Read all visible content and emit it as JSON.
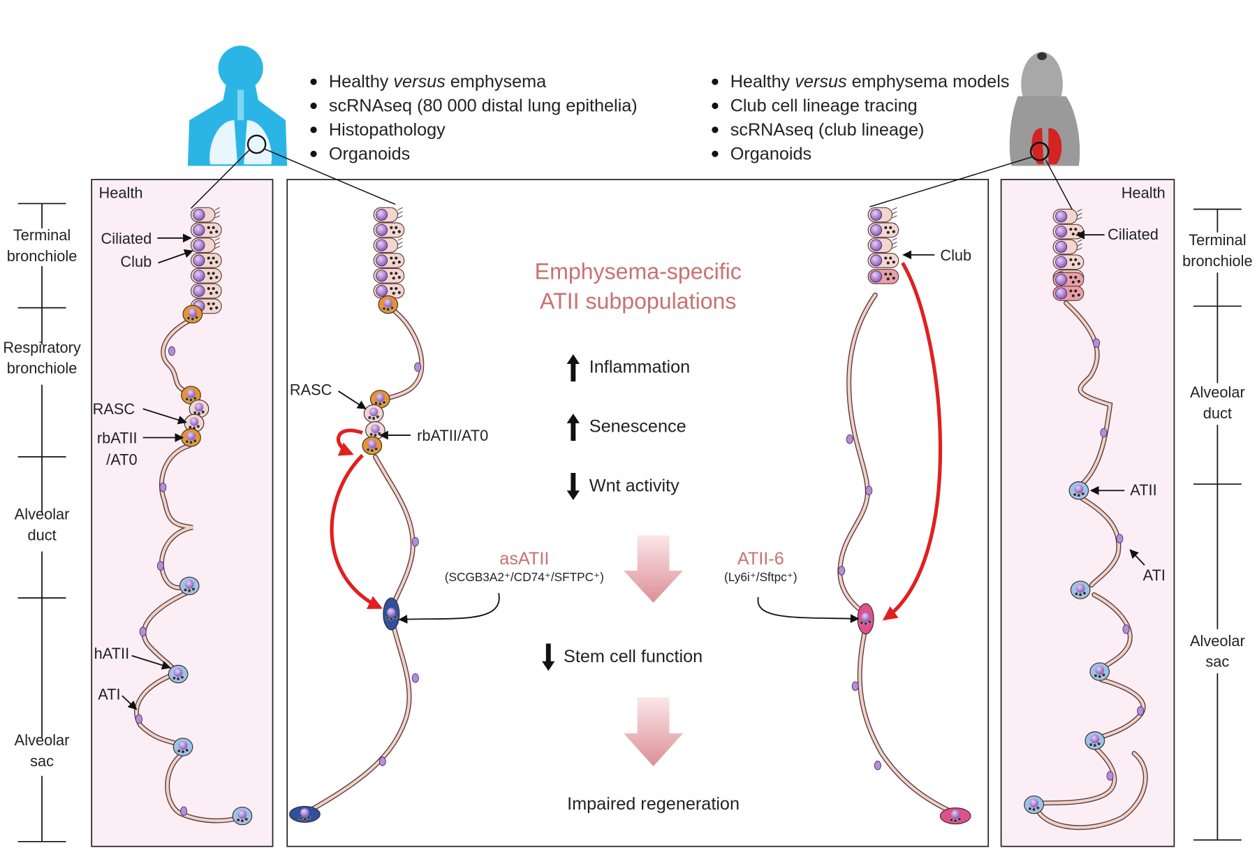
{
  "colors": {
    "panel_fill": "#fbeff5",
    "accent_text": "#c9716f",
    "red_arrow": "#e02020",
    "human_icon": "#2bb5e6",
    "mouse_icon": "#9a9a9a",
    "atii": "#e8952a",
    "hatii": "#9cc3e6",
    "asatii": "#30509e",
    "atii6": "#e0508c",
    "nucleus": "#9a6cc6"
  },
  "icons": {
    "human": "human-lung-icon",
    "mouse": "mouse-lung-icon",
    "up": "arrow-up-icon",
    "down": "arrow-down-icon"
  },
  "human_bullets": [
    {
      "pre": "Healthy ",
      "em": "versus",
      "post": " emphysema"
    },
    {
      "pre": "scRNAseq (80 000 distal lung epithelia)",
      "em": "",
      "post": ""
    },
    {
      "pre": "Histopathology",
      "em": "",
      "post": ""
    },
    {
      "pre": "Organoids",
      "em": "",
      "post": ""
    }
  ],
  "mouse_bullets": [
    {
      "pre": "Healthy ",
      "em": "versus",
      "post": " emphysema models"
    },
    {
      "pre": "Club cell lineage tracing",
      "em": "",
      "post": ""
    },
    {
      "pre": "scRNAseq (club lineage)",
      "em": "",
      "post": ""
    },
    {
      "pre": "Organoids",
      "em": "",
      "post": ""
    }
  ],
  "left_scale": {
    "regions": [
      "Terminal bronchiole",
      "Respiratory bronchiole",
      "Alveolar duct",
      "Alveolar sac"
    ],
    "lines": [
      [
        "Terminal",
        "bronchiole"
      ],
      [
        "Respiratory",
        "bronchiole"
      ],
      [
        "Alveolar",
        "duct"
      ],
      [
        "Alveolar",
        "sac"
      ]
    ]
  },
  "right_scale": {
    "lines": [
      [
        "Terminal",
        "bronchiole"
      ],
      [
        "Alveolar",
        "duct"
      ],
      [
        "Alveolar",
        "sac"
      ]
    ]
  },
  "left_panel": {
    "title": "Health",
    "labels": {
      "ciliated": "Ciliated",
      "club": "Club",
      "rasc": "RASC",
      "rbatii_1": "rbATII",
      "rbatii_2": "/AT0",
      "hatii": "hATII",
      "ati": "ATI"
    }
  },
  "right_panel": {
    "title": "Health",
    "labels": {
      "ciliated": "Ciliated",
      "atii": "ATII",
      "ati": "ATI"
    }
  },
  "center": {
    "title_1": "Emphysema-specific",
    "title_2": "ATII subpopulations",
    "effects": [
      {
        "direction": "up",
        "label": "Inflammation"
      },
      {
        "direction": "up",
        "label": "Senescence"
      },
      {
        "direction": "down",
        "label": "Wnt activity"
      }
    ],
    "stem": {
      "direction": "down",
      "label": "Stem cell function"
    },
    "outcome": "Impaired regeneration",
    "rasc": "RASC",
    "rbatii": "rbATII/AT0",
    "club": "Club",
    "asatii_name": "asATII",
    "asatii_markers": "(SCGB3A2⁺/CD74⁺/SFTPC⁺)",
    "atii6_name": "ATII-6",
    "atii6_markers": "(Ly6i⁺/Sftpc⁺)"
  }
}
